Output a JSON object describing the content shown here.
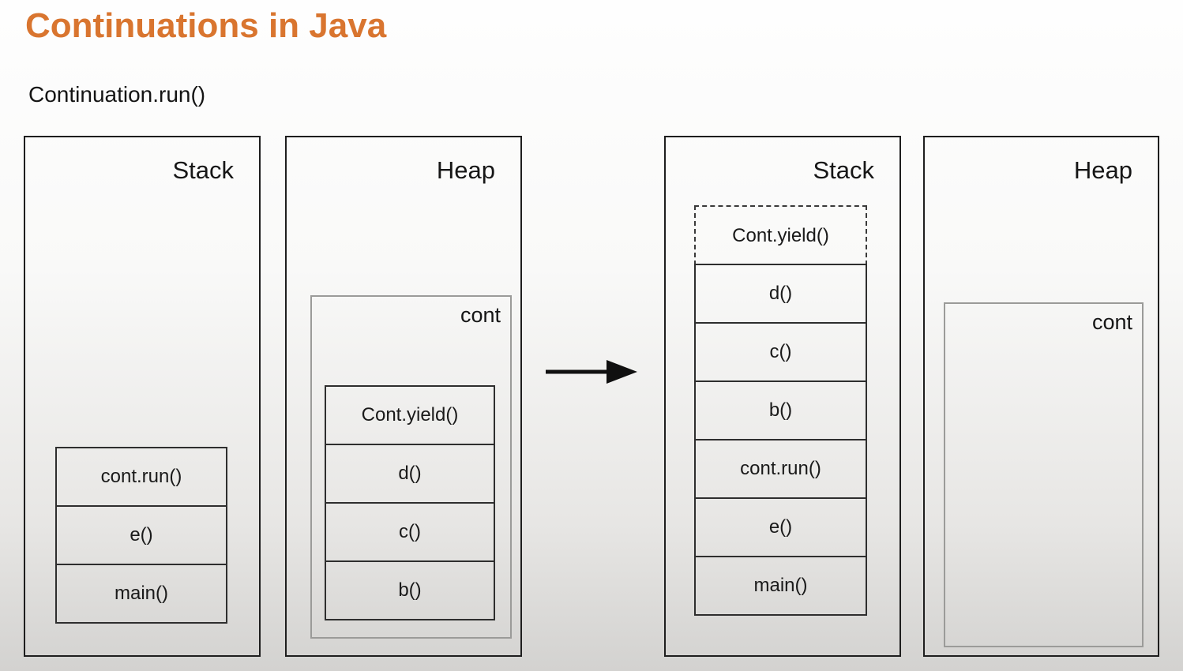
{
  "title": "Continuations in Java",
  "subtitle": "Continuation.run()",
  "colors": {
    "title_accent": "#d9752f",
    "panel_border": "#1e1e1e",
    "cont_box_border": "#9b9b99",
    "background_top": "#fefefe",
    "background_bottom": "#d3d2d0"
  },
  "before": {
    "stack": {
      "label": "Stack",
      "frames": [
        "cont.run()",
        "e()",
        "main()"
      ]
    },
    "heap": {
      "label": "Heap",
      "cont_label": "cont",
      "cont_frames": [
        "Cont.yield()",
        "d()",
        "c()",
        "b()"
      ]
    }
  },
  "after": {
    "stack": {
      "label": "Stack",
      "top_frame_dashed": true,
      "frames": [
        "Cont.yield()",
        "d()",
        "c()",
        "b()",
        "cont.run()",
        "e()",
        "main()"
      ]
    },
    "heap": {
      "label": "Heap",
      "cont_label": "cont",
      "cont_frames": []
    }
  }
}
